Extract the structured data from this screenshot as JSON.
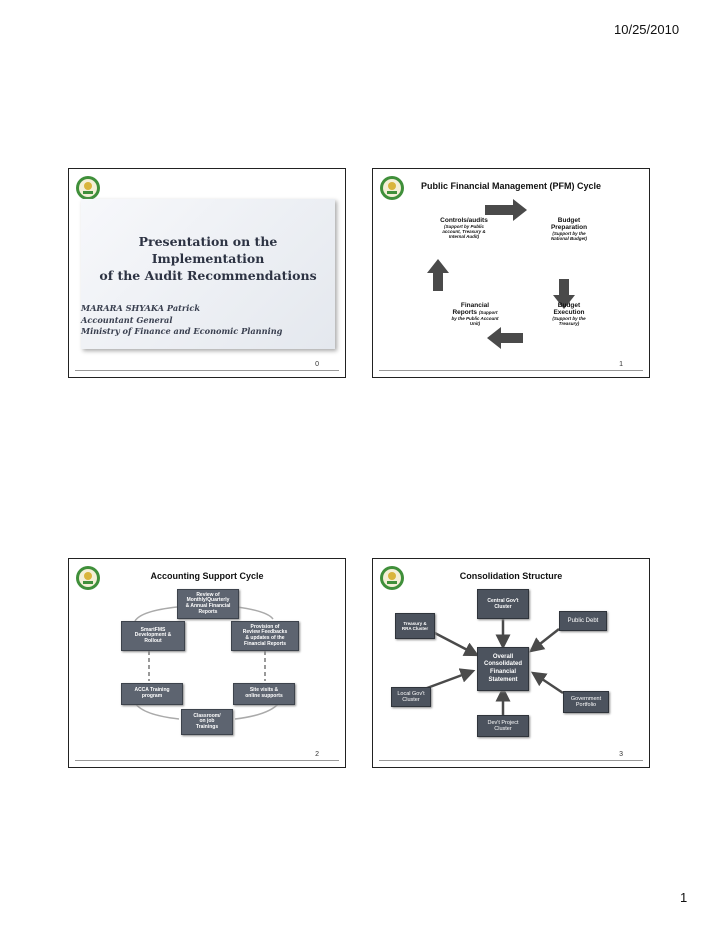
{
  "page": {
    "date": "10/25/2010",
    "page_number": "1"
  },
  "slide0": {
    "number": "0",
    "title_line1": "Presentation on the Implementation",
    "title_line2": "of the Audit Recommendations",
    "presenter_name": "MARARA SHYAKA Patrick",
    "presenter_role": "Accountant General",
    "presenter_org": "Ministry of Finance and Economic Planning"
  },
  "slide1": {
    "number": "1",
    "title": "Public Financial Management (PFM) Cycle",
    "controls": {
      "label": "Controls/audits",
      "sub1": "(Support by Public",
      "sub2": "account, Treasury &",
      "sub3": "Internal Audit)"
    },
    "budget_prep": {
      "label1": "Budget",
      "label2": "Preparation",
      "sub1": "(Support by the",
      "sub2": "National Budget)"
    },
    "fin_reports": {
      "label1": "Financial",
      "label2": "Reports",
      "sub_inline": "(Support",
      "sub1": "by the Public Account",
      "sub2": "Unit)"
    },
    "budget_exec": {
      "label1": "Budget",
      "label2": "Execution",
      "sub1": "(Support by the",
      "sub2": "Treasury)"
    }
  },
  "slide2": {
    "number": "2",
    "title": "Accounting Support Cycle",
    "review": {
      "l1": "Review of",
      "l2": "Monthly/Quarterly",
      "l3": "& Annual Financial",
      "l4": "Reports"
    },
    "provision": {
      "l1": "Provision of",
      "l2": "Review Feedbacks",
      "l3": "& updates of the",
      "l4": "Financial Reports"
    },
    "smartfms": {
      "l1": "SmartFMS",
      "l2": "Development &",
      "l3": "Rollout"
    },
    "acca": {
      "l1": "ACCA Training",
      "l2": "program"
    },
    "site": {
      "l1": "Site visits &",
      "l2": "online supports"
    },
    "classroom": {
      "l1": "Classroom/",
      "l2": "on job",
      "l3": "Trainings"
    }
  },
  "slide3": {
    "number": "3",
    "title": "Consolidation  Structure",
    "central": {
      "l1": "Central Gov't",
      "l2": "Cluster"
    },
    "treasury": {
      "l1": "Treasury &",
      "l2": "RRA Cluster"
    },
    "public_debt": "Public Debt",
    "overall": {
      "l1": "Overall",
      "l2": "Consolidated",
      "l3": "Financial",
      "l4": "Statement"
    },
    "local": {
      "l1": "Local Gov't",
      "l2": "Cluster"
    },
    "portfolio": {
      "l1": "Government",
      "l2": "Portfolio"
    },
    "project": {
      "l1": "Dev't Project",
      "l2": "Cluster"
    }
  },
  "colors": {
    "box_fill": "#5d6470",
    "arrow": "#4a4a4a",
    "logo_green": "#3f8f3a",
    "logo_gold": "#d9b43a"
  }
}
